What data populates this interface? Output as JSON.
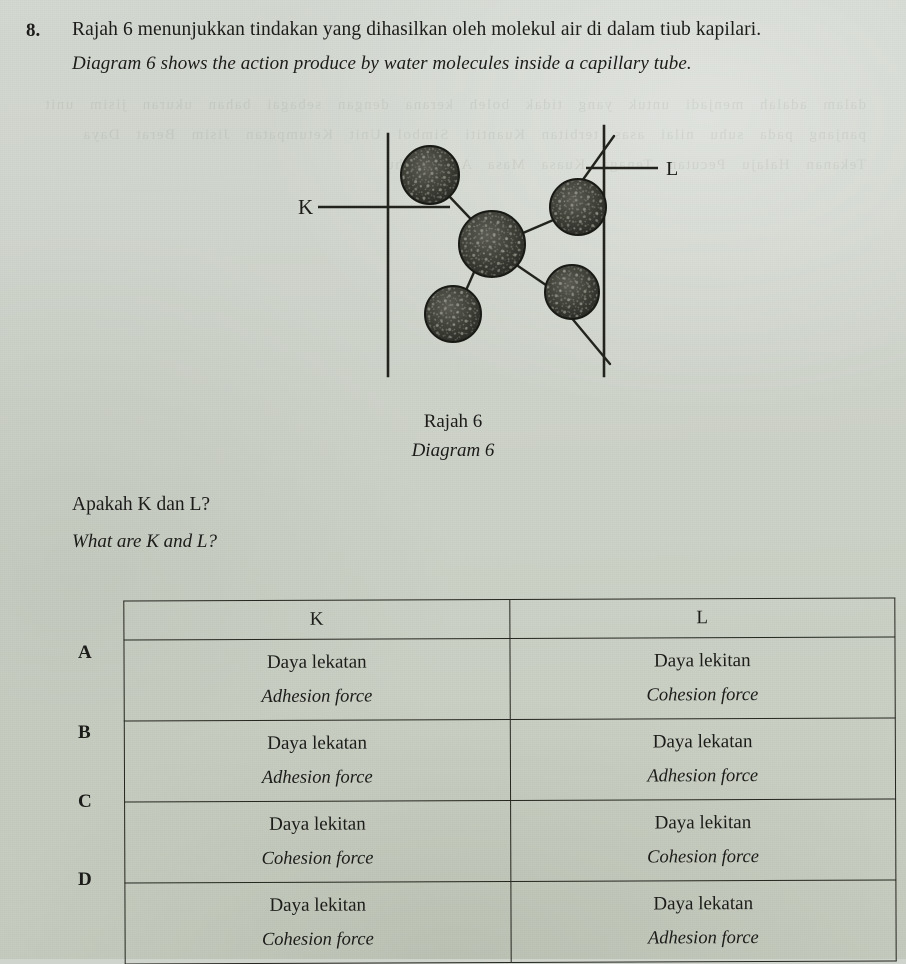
{
  "page": {
    "background_color": "#cfd4cd",
    "ink_color": "#1c1c1a",
    "bleed_through_text": "dalam adalah menjadi untuk yang tidak boleh kerana dengan sebagai bahan ukuran jisim unit panjang pada suhu nilai asas terbitan Kuantiti Simbol Unit Ketumpatan Jisim Berat Daya Tekanan Halaju Pecutan Tenaga Kuasa Masa Arus Suhu"
  },
  "question": {
    "number": "8.",
    "malay": "Rajah 6 menunjukkan tindakan yang dihasilkan oleh molekul air di dalam tiub kapilari.",
    "english": "Diagram 6 shows the action produce by water molecules inside a capillary tube."
  },
  "figure": {
    "caption_malay": "Rajah 6",
    "caption_english": "Diagram 6",
    "label_k": "K",
    "label_l": "L",
    "tube_walls": 2,
    "molecule_count": 5
  },
  "ask": {
    "malay": "Apakah K dan L?",
    "english": "What are K and L?"
  },
  "options_table": {
    "headers": [
      "K",
      "L"
    ],
    "rows": [
      {
        "letter": "A",
        "k_malay": "Daya lekatan",
        "k_english": "Adhesion force",
        "l_malay": "Daya lekitan",
        "l_english": "Cohesion force"
      },
      {
        "letter": "B",
        "k_malay": "Daya lekatan",
        "k_english": "Adhesion force",
        "l_malay": "Daya lekatan",
        "l_english": "Adhesion force"
      },
      {
        "letter": "C",
        "k_malay": "Daya lekitan",
        "k_english": "Cohesion force",
        "l_malay": "Daya lekitan",
        "l_english": "Cohesion force"
      },
      {
        "letter": "D",
        "k_malay": "Daya lekitan",
        "k_english": "Cohesion force",
        "l_malay": "Daya lekatan",
        "l_english": "Adhesion force"
      }
    ]
  }
}
